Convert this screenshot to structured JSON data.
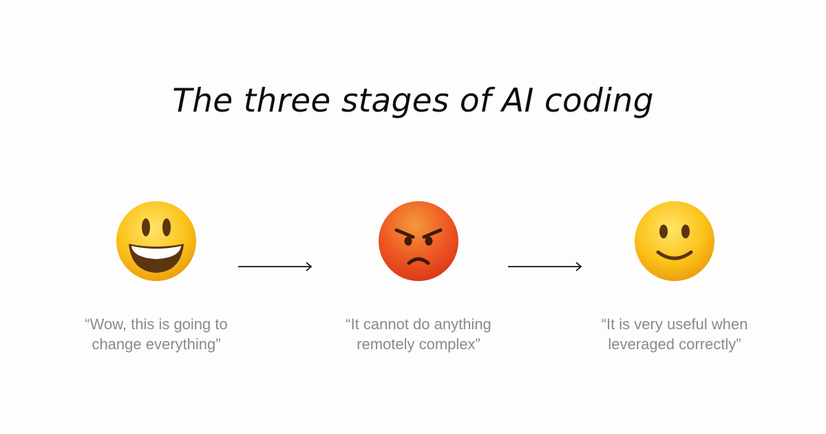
{
  "title": "The three stages of AI coding",
  "stages": [
    {
      "icon": "grinning-face-icon",
      "quote_line1": "“Wow, this is going to",
      "quote_line2": "change everything”"
    },
    {
      "icon": "angry-face-icon",
      "quote_line1": "“It cannot do anything",
      "quote_line2": "remotely complex”"
    },
    {
      "icon": "slightly-smiling-face-icon",
      "quote_line1": "“It is very useful when",
      "quote_line2": "leveraged correctly”"
    }
  ],
  "colors": {
    "title": "#0d0d0d",
    "quote": "#8a8a8a",
    "arrow": "#111111",
    "background": "#fdfdfd"
  }
}
